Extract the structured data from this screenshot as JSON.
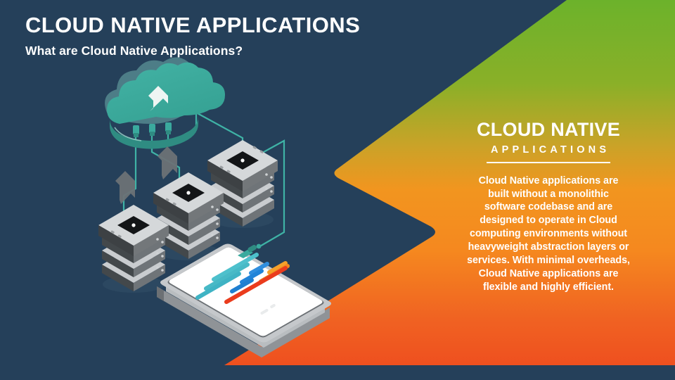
{
  "slide": {
    "title": "CLOUD NATIVE APPLICATIONS",
    "subtitle": "What are Cloud Native Applications?",
    "background_color": "#25405a",
    "bottom_bar_color": "#25405a"
  },
  "right_panel": {
    "heading": "CLOUD NATIVE",
    "subheading": "APPLICATIONS",
    "body": "Cloud Native applications are built without a monolithic software codebase and are designed to operate in Cloud computing environments without heavyweight abstraction layers or services. With minimal overheads, Cloud Native applications are flexible and highly efficient.",
    "gradient": {
      "top_color": "#6fb22c",
      "mid_color": "#f59425",
      "bottom_color": "#ee4a1e"
    },
    "rule_color": "#ffffff",
    "text_color": "#ffffff"
  },
  "illustration": {
    "name": "isometric-cloud-servers-phone",
    "cloud": {
      "label": "cloud-icon",
      "fill": "#3aaa9e",
      "shade": "#4c7d86",
      "arrow_color": "#eef5f4",
      "plug_count": 3,
      "plug_color": "#3aaa9e"
    },
    "cables": {
      "color": "#3fb3a6",
      "count": 4
    },
    "servers": {
      "stack_count": 3,
      "units_per_stack": 3,
      "top_color": "#d2d4d6",
      "body_color": "#8e9194",
      "dark_color": "#3b3f42",
      "panel_color": "#16181a",
      "dot_color": "#ffffff"
    },
    "arrows": {
      "count": 2,
      "color": "#6a7175"
    },
    "phone": {
      "label": "smartphone",
      "screen_color": "#ffffff",
      "body_color": "#9b9fa2",
      "edge_color": "#5d6265",
      "bars": [
        {
          "color": "#3fb3c4",
          "name": "bar-teal-long"
        },
        {
          "color": "#4dc0cc",
          "name": "bar-teal-short"
        },
        {
          "color": "#1f7fd0",
          "name": "bar-blue-long"
        },
        {
          "color": "#2f8ede",
          "name": "bar-blue-short"
        },
        {
          "color": "#f5a02a",
          "name": "bar-orange-short"
        },
        {
          "color": "#f07a1e",
          "name": "bar-orange-mid"
        },
        {
          "color": "#ea3c1d",
          "name": "bar-red-long"
        }
      ],
      "connector_color": "#3aaa9e"
    }
  }
}
